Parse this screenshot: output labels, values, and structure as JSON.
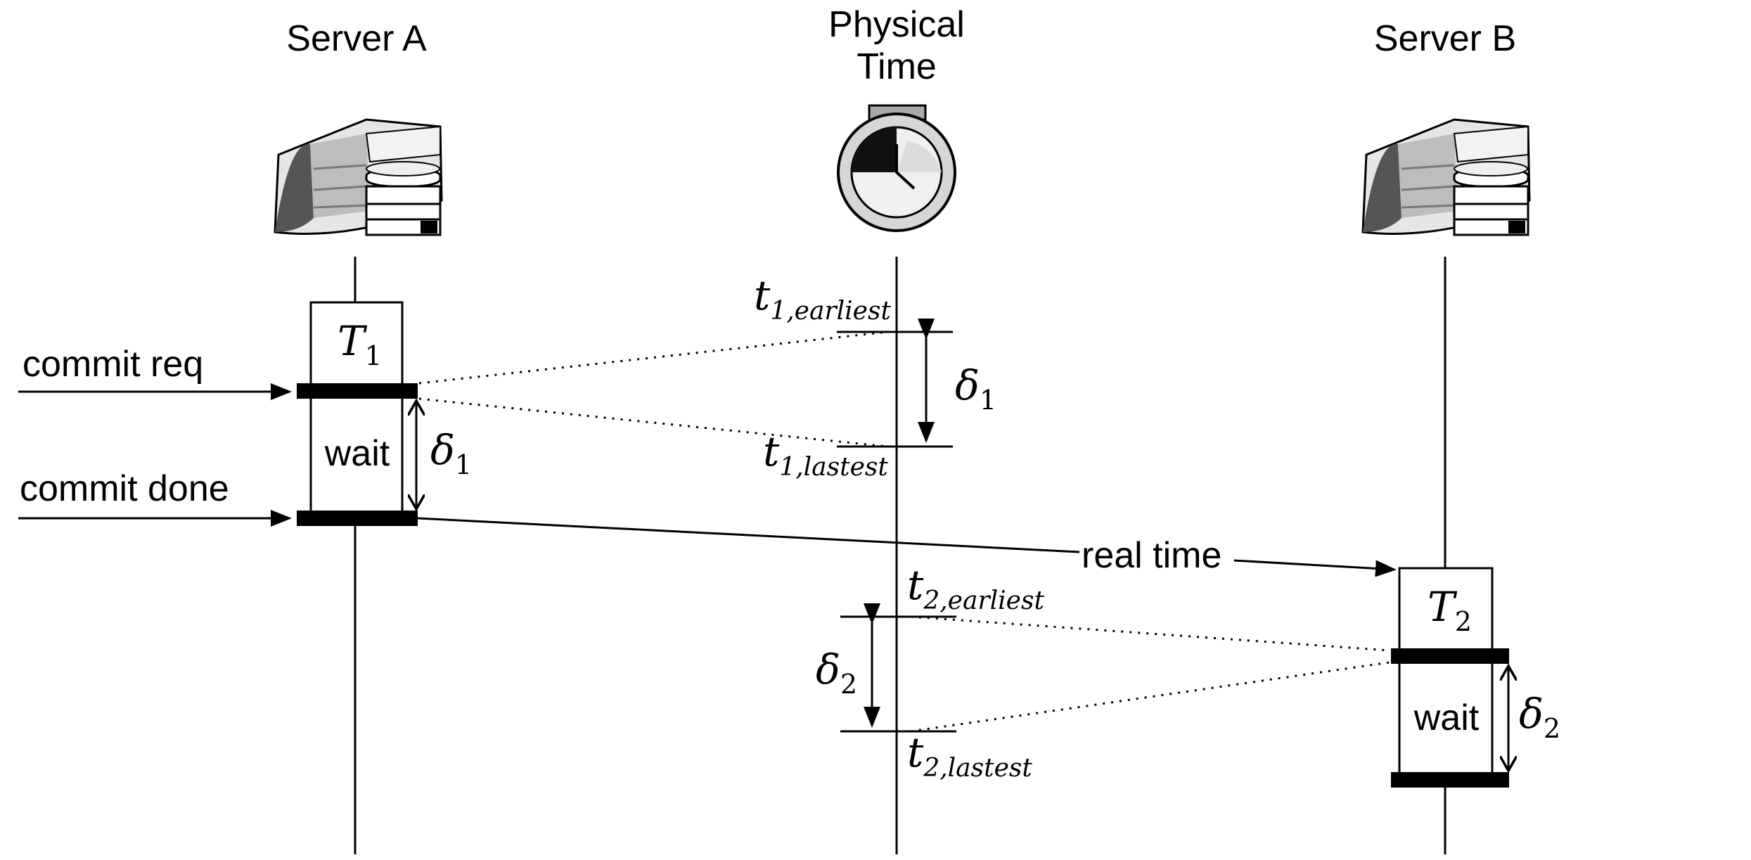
{
  "participants": {
    "server_a": "Server A",
    "physical_time_line1": "Physical",
    "physical_time_line2": "Time",
    "server_b": "Server B"
  },
  "server_a_box": {
    "transaction": "T",
    "transaction_sub": "1",
    "wait": "wait",
    "delta": "δ",
    "delta_sub": "1"
  },
  "server_b_box": {
    "transaction": "T",
    "transaction_sub": "2",
    "wait": "wait",
    "delta": "δ",
    "delta_sub": "2"
  },
  "messages": {
    "commit_req": "commit req",
    "commit_done": "commit done",
    "real_time": "real time"
  },
  "clock_interval_1": {
    "earliest_t": "t",
    "earliest_sub": "1,earliest",
    "latest_t": "t",
    "latest_sub": "1,lastest",
    "delta": "δ",
    "delta_sub": "1"
  },
  "clock_interval_2": {
    "earliest_t": "t",
    "earliest_sub": "2,earliest",
    "latest_t": "t",
    "latest_sub": "2,lastest",
    "delta": "δ",
    "delta_sub": "2"
  },
  "icons": {
    "server_a": "database-server-icon",
    "clock": "stopwatch-icon",
    "server_b": "database-server-icon"
  }
}
